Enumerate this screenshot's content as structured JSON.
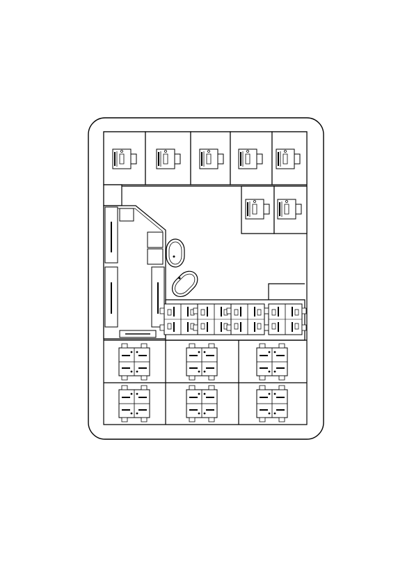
{
  "drawing": {
    "kind": "office floor plan (black line drawing, no printed text)",
    "colors": {
      "line": "#000000",
      "background": "#ffffff"
    },
    "private_offices": {
      "top_row": 5,
      "right_column": 2
    },
    "open_plan": {
      "cluster_row_4_desks": 4,
      "cluster_blocks_4_desks": 6
    },
    "left_zone": {
      "sofa_bench_items": 3,
      "small_square_tables": 2,
      "base_cabinet": 1
    },
    "lounge": {
      "oval_tables": 2
    }
  }
}
